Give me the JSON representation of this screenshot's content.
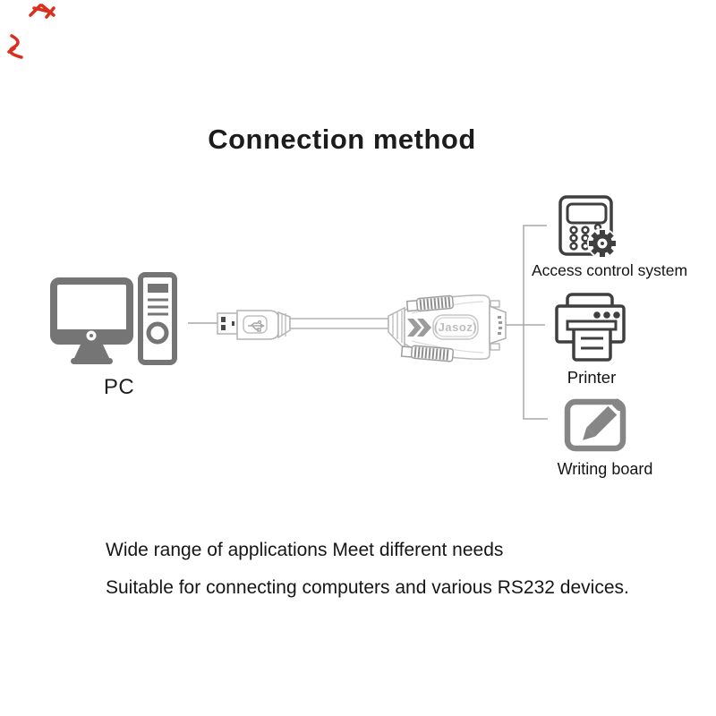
{
  "title": "Connection method",
  "pc": {
    "label": "PC"
  },
  "cable": {
    "brand_label": "(Jasoz)"
  },
  "devices": [
    {
      "id": "access-control",
      "label": "Access control system"
    },
    {
      "id": "printer",
      "label": "Printer"
    },
    {
      "id": "writing-board",
      "label": "Writing board"
    }
  ],
  "footer": {
    "line1": "Wide range of applications Meet different needs",
    "line2": "Suitable for connecting computers and various RS232 devices."
  },
  "colors": {
    "background": "#ffffff",
    "title_text": "#1c1c1c",
    "label_text": "#141414",
    "pc_icon_gray": "#757575",
    "device_icon_dark": "#3f3f3f",
    "writing_board_gray": "#868686",
    "connector_line_gray": "#a9a9a9",
    "cable_outline_gray": "#b3b3b3",
    "brand_text_gray": "#bdbdbd",
    "red_mark": "#d92f1e"
  }
}
